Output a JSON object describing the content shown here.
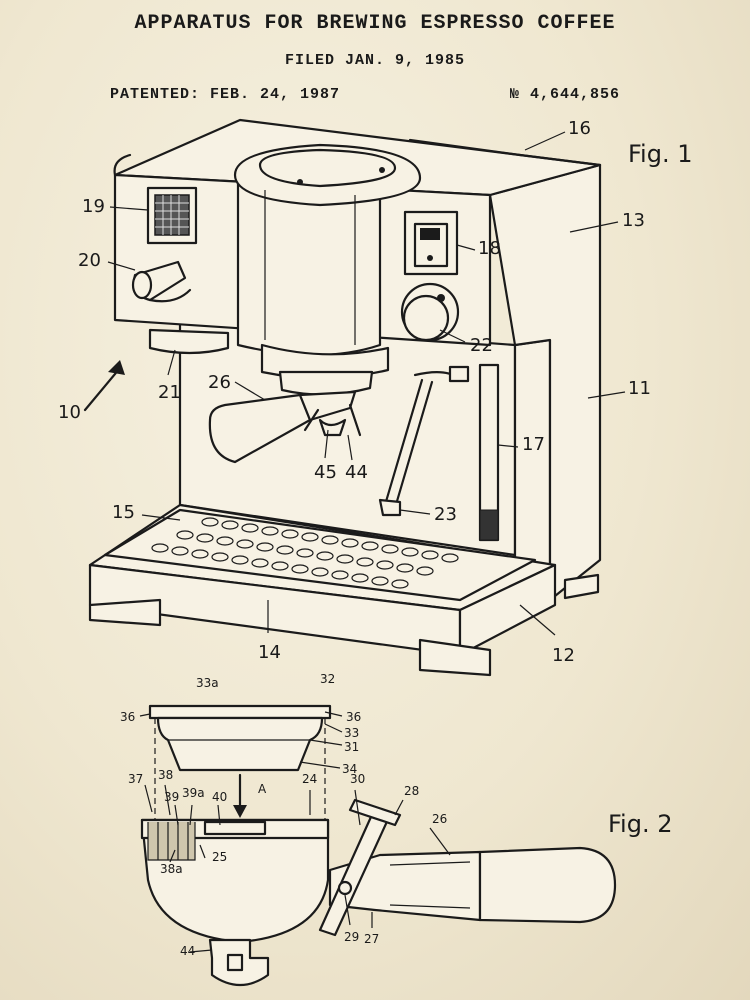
{
  "header": {
    "title": "APPARATUS FOR BREWING ESPRESSO COFFEE",
    "filed": "FILED JAN. 9, 1985",
    "patented": "PATENTED: FEB. 24, 1987",
    "patent_number": "№ 4,644,856"
  },
  "figures": {
    "fig1_label": "Fig. 1",
    "fig2_label": "Fig. 2"
  },
  "fig1_refs": {
    "r10": "10",
    "r11": "11",
    "r12": "12",
    "r13": "13",
    "r14": "14",
    "r15": "15",
    "r16": "16",
    "r17": "17",
    "r18": "18",
    "r19": "19",
    "r20": "20",
    "r21": "21",
    "r22": "22",
    "r23": "23",
    "r26": "26",
    "r44": "44",
    "r45": "45"
  },
  "fig2_refs": {
    "r33a": "33a",
    "r32": "32",
    "r36l": "36",
    "r36r": "36",
    "r33": "33",
    "r31": "31",
    "r34": "34",
    "r37": "37",
    "r38": "38",
    "r39": "39",
    "r39a": "39a",
    "r40": "40",
    "rA": "A",
    "r24": "24",
    "r30": "30",
    "r28": "28",
    "r26": "26",
    "r38a": "38a",
    "r25": "25",
    "r29": "29",
    "r27": "27",
    "r44": "44"
  },
  "colors": {
    "paper": "#f2ecda",
    "ink": "#1b1b1b"
  }
}
